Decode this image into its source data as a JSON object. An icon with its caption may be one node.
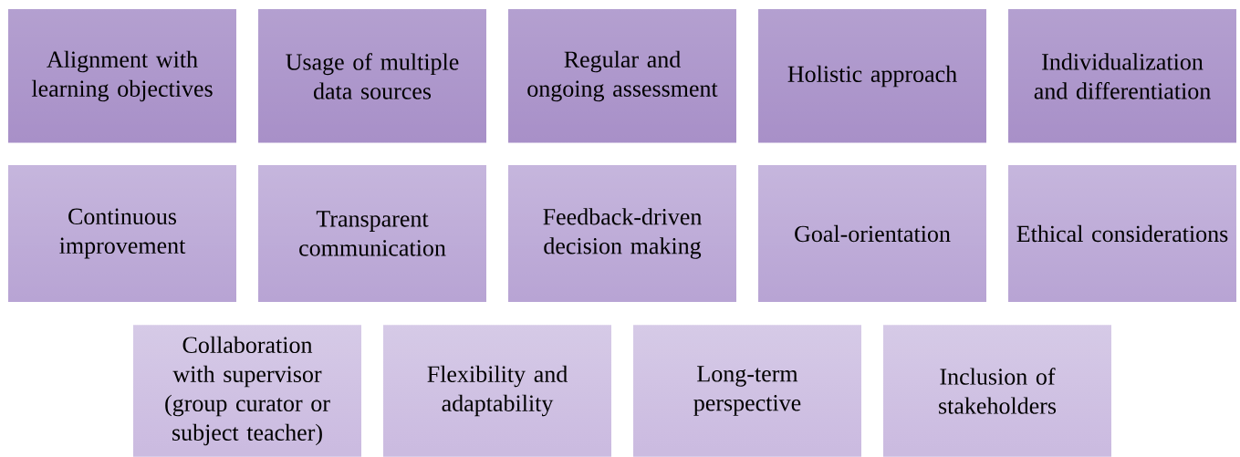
{
  "diagram": {
    "nodes": [
      {
        "text": [
          "Alignment with learning objectives"
        ]
      },
      {
        "text": [
          "Usage of multiple data sources"
        ]
      },
      {
        "text": [
          "Regular and ongoing assessment"
        ]
      },
      {
        "text": [
          "Holistic approach"
        ]
      },
      {
        "text": [
          "Individualization and differentiation"
        ]
      },
      {
        "text": [
          "Continuous improvement"
        ]
      },
      {
        "text": [
          "Transparent communication"
        ]
      },
      {
        "text": [
          "Feedback-driven decision making"
        ]
      },
      {
        "text": [
          "Goal-orientation"
        ]
      },
      {
        "text": [
          "Ethical considerations"
        ]
      },
      {
        "text": [
          "Collaboration with supervisor (group curator or subject teacher)"
        ]
      },
      {
        "text": [
          "Flexibility and adaptability"
        ]
      },
      {
        "text": [
          "Long-term perspective"
        ]
      },
      {
        "text": [
          "Inclusion of stakeholders"
        ]
      }
    ]
  }
}
